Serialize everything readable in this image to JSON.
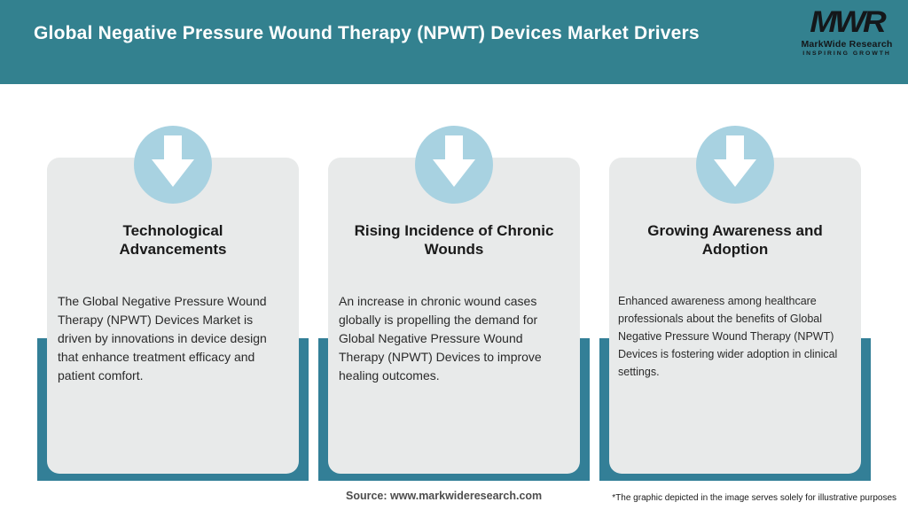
{
  "header": {
    "title": "Global Negative Pressure Wound Therapy (NPWT) Devices Market Drivers",
    "logo": {
      "acronym": "MWR",
      "name": "MarkWide Research",
      "tagline": "INSPIRING GROWTH"
    }
  },
  "cards": [
    {
      "title": "Technological Advancements",
      "body": "The Global Negative Pressure Wound Therapy (NPWT) Devices Market is driven by innovations in device design that enhance treatment efficacy and patient comfort."
    },
    {
      "title": "Rising Incidence of Chronic Wounds",
      "body": "An increase in chronic wound cases globally is propelling the demand for Global Negative Pressure Wound Therapy (NPWT) Devices to improve healing outcomes."
    },
    {
      "title": "Growing Awareness and Adoption",
      "body": "Enhanced awareness among healthcare professionals about the benefits of Global Negative Pressure Wound Therapy (NPWT) Devices is fostering wider adoption in clinical settings."
    }
  ],
  "footer": {
    "source": "Source: www.markwideresearch.com",
    "disclaimer": "*The graphic depicted in the image serves solely for illustrative purposes"
  },
  "colors": {
    "header_bg": "#33818F",
    "tray": "#337F97",
    "circle": "#A8D2E1",
    "card_bg": "#E8EAEA",
    "logo_color": "#14171A"
  }
}
